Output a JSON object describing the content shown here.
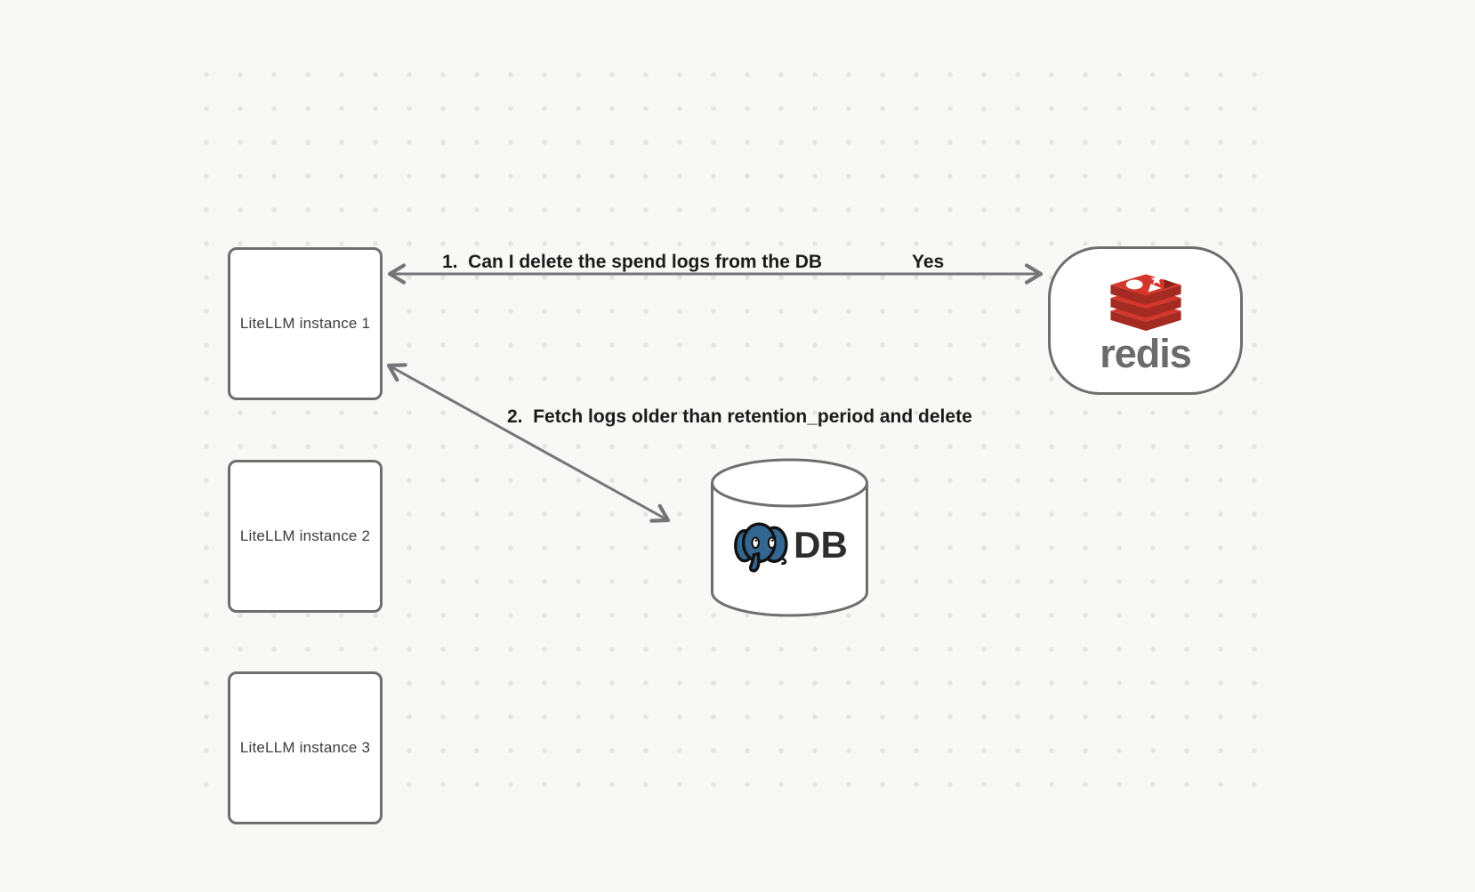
{
  "canvas": {
    "background_color": "#f8f8f7",
    "dot_color": "#e5e5e4"
  },
  "nodes": {
    "instance1": {
      "label": "LiteLLM instance 1"
    },
    "instance2": {
      "label": "LiteLLM instance 2"
    },
    "instance3": {
      "label": "LiteLLM instance 3"
    },
    "redis": {
      "wordmark": "redis",
      "logo_icon": "redis-logo"
    },
    "db": {
      "label": "DB",
      "logo_icon": "postgresql-elephant-logo"
    }
  },
  "edges": {
    "edge1": {
      "label": "1.  Can I delete the spend logs from the DB",
      "reply": "Yes",
      "from": "LiteLLM instance 1",
      "to": "redis",
      "style": "double-headed-arrow"
    },
    "edge2": {
      "label": "2.  Fetch logs older than retention_period and delete",
      "from": "LiteLLM instance 1",
      "to": "DB",
      "style": "double-headed-arrow"
    }
  },
  "colors": {
    "shape_stroke_gray": "#6e6e6e",
    "arrow_gray": "#757578",
    "label_text": "#1b1b1b",
    "redis_red": "#d5362b",
    "redis_red_dark": "#a32b22",
    "redis_notch_dark": "#8a211b",
    "redis_wordmark_gray": "#6b6b6b",
    "postgres_blue": "#336791",
    "db_text": "#2d2d2d"
  }
}
